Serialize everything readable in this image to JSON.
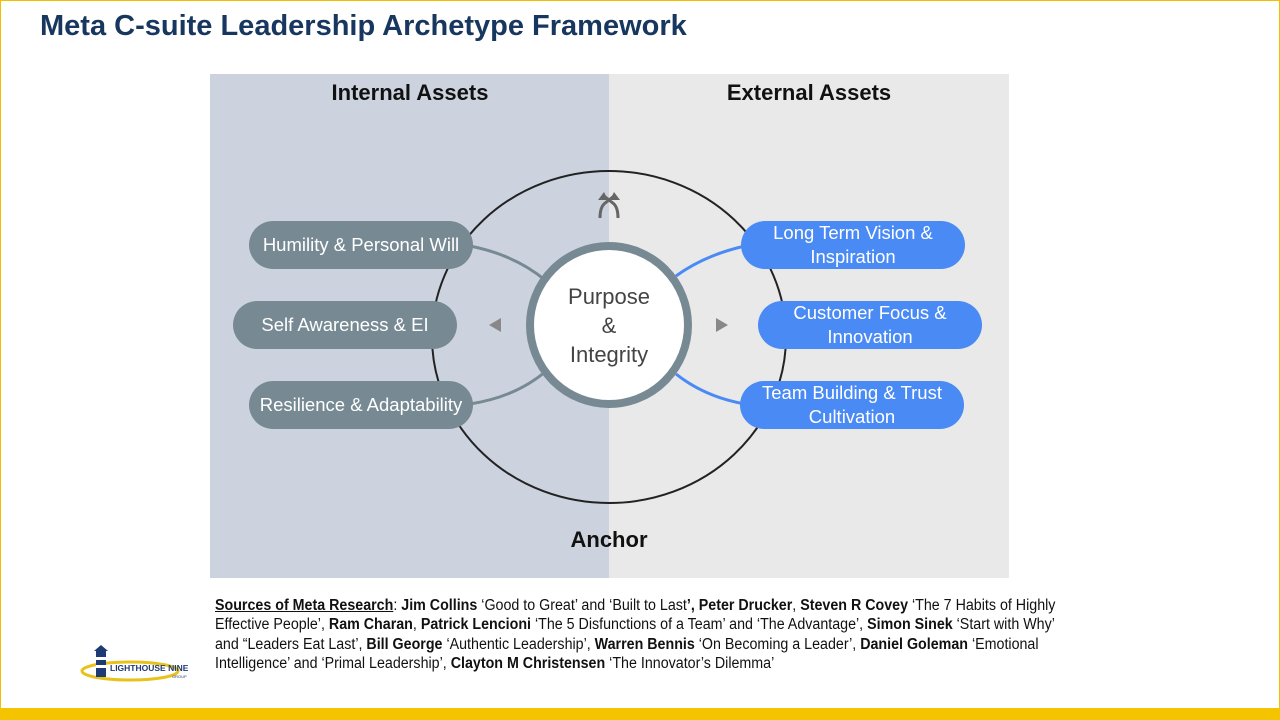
{
  "title": "Meta C-suite Leadership Archetype Framework",
  "internal_heading": "Internal Assets",
  "external_heading": "External Assets",
  "center": {
    "line1": "Purpose",
    "line2": "&",
    "line3": "Integrity"
  },
  "anchor": "Anchor",
  "internal_items": [
    "Humility  & Personal Will",
    "Self Awareness & EI",
    "Resilience  & Adaptability"
  ],
  "external_items": [
    "Long Term Vision & Inspiration",
    "Customer Focus & Innovation",
    "Team Building  & Trust Cultivation"
  ],
  "sources": [
    {
      "t": "Sources of Meta Research",
      "s": "u"
    },
    {
      "t": ": "
    },
    {
      "t": "Jim Collins",
      "s": "b"
    },
    {
      "t": " ‘Good to Great’ and ‘Built to Last"
    },
    {
      "t": "’, ",
      "s": "b"
    },
    {
      "t": "Peter Drucker",
      "s": "b"
    },
    {
      "t": ", "
    },
    {
      "t": "Steven R Covey",
      "s": "b"
    },
    {
      "t": " ‘The 7 Habits of Highly Effective People’, "
    },
    {
      "t": "Ram Charan",
      "s": "b"
    },
    {
      "t": ", "
    },
    {
      "t": "Patrick Lencioni",
      "s": "b"
    },
    {
      "t": " ‘The 5 Disfunctions of a Team’ and ‘The Advantage’, "
    },
    {
      "t": "Simon Sinek",
      "s": "b"
    },
    {
      "t": " ‘Start with Why’ and “Leaders Eat Last’, "
    },
    {
      "t": "Bill George",
      "s": "b"
    },
    {
      "t": " ‘Authentic Leadership’, "
    },
    {
      "t": "Warren Bennis",
      "s": "b"
    },
    {
      "t": " ‘On Becoming a Leader’,  "
    },
    {
      "t": "Daniel Goleman",
      "s": "b"
    },
    {
      "t": " ‘Emotional Intelligence’ and ‘Primal Leadership’, "
    },
    {
      "t": "Clayton M Christensen",
      "s": "b"
    },
    {
      "t": " ‘The Innovator’s Dilemma’"
    }
  ],
  "logo": {
    "name": "LIGHTHOUSE NINE",
    "sub": "GROUP"
  },
  "colors": {
    "title": "#17375e",
    "internal": "#778a94",
    "external": "#4a8af4",
    "accent": "#f5c400"
  }
}
